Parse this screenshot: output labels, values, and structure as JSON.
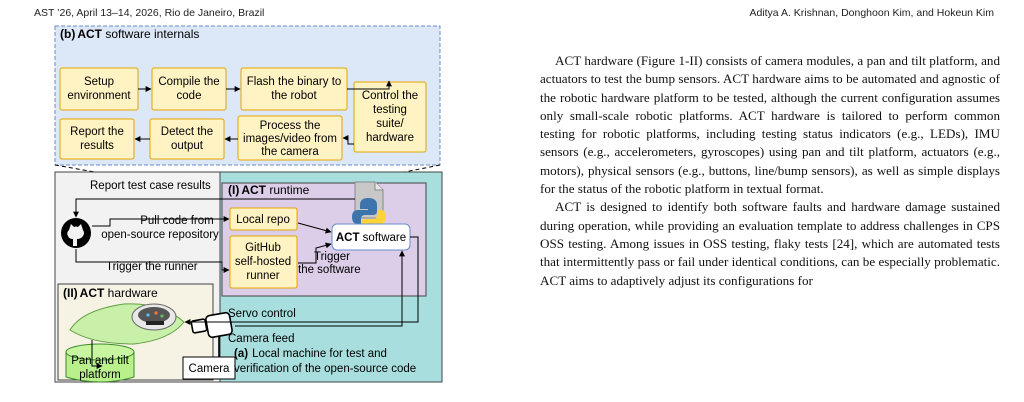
{
  "header": {
    "venue": "AST ’26, April 13–14, 2026, Rio de Janeiro, Brazil",
    "authors": "Aditya A. Krishnan, Donghoon Kim, and Hokeun Kim"
  },
  "figure": {
    "internals_title_tag": "(b)",
    "internals_title_bold": "ACT",
    "internals_title_rest": " software internals",
    "steps": {
      "setup": [
        "Setup",
        "environment"
      ],
      "compile": [
        "Compile the",
        "code"
      ],
      "flash": [
        "Flash the binary to",
        "the robot"
      ],
      "control": [
        "Control the",
        "testing",
        "suite/",
        "hardware"
      ],
      "process": [
        "Process the",
        "images/video from",
        "the camera"
      ],
      "detect": [
        "Detect the",
        "output"
      ],
      "report": [
        "Report the",
        "results"
      ]
    },
    "runtime_title_tag": "(I)",
    "runtime_title_bold": "ACT",
    "runtime_title_rest": " runtime",
    "report_label": "Report test case results",
    "pull_label": [
      "Pull code from",
      "open-source repository"
    ],
    "trigger_runner_label": "Trigger the runner",
    "local_repo": "Local repo",
    "github_runner": [
      "GitHub",
      "self-hosted",
      "runner"
    ],
    "trigger_software_label": [
      "Trigger",
      "the software"
    ],
    "act_software_bold": "ACT",
    "act_software_rest": " software",
    "hardware_title_tag": "(II)",
    "hardware_title_bold": "ACT",
    "hardware_title_rest": " hardware",
    "servo_label": "Servo control",
    "camera_feed_label": "Camera feed",
    "pan_tilt": [
      "Pan and tilt",
      "platform"
    ],
    "camera": "Camera",
    "local_machine_tag": "(a)",
    "local_machine": [
      "Local machine for test and",
      "verification of the open-source code"
    ],
    "colors": {
      "internals_bg": "#dce8f7",
      "local_machine_bg": "#a8dede",
      "runtime_bg": "#dccde8",
      "hardware_bg": "#f6f3e4",
      "step_fill": "#fff3c4",
      "step_stroke": "#e0a400",
      "pan_fill": "#b9f08c",
      "pan_stroke": "#3a8a2a"
    }
  },
  "body": {
    "paragraphs": [
      "ACT hardware (Figure 1-II) consists of camera modules, a pan and tilt platform, and actuators to test the bump sensors. ACT hardware aims to be automated and agnostic of the robotic hardware platform to be tested, although the current configuration assumes only small-scale robotic platforms. ACT hardware is tailored to perform common testing for robotic platforms, including testing status indicators (e.g., LEDs), IMU sensors (e.g., accelerometers, gyroscopes) using pan and tilt platform, actuators (e.g., motors), physical sensors (e.g., buttons, line/bump sensors), as well as simple displays for the status of the robotic platform in textual format.",
      "ACT is designed to identify both software faults and hardware damage sustained during operation, while providing an evaluation template to address challenges in CPS OSS testing. Among issues in OSS testing, flaky tests [24], which are automated tests that intermittently pass or fail under identical conditions, can be especially problematic. ACT aims to adaptively adjust its configurations for"
    ]
  }
}
